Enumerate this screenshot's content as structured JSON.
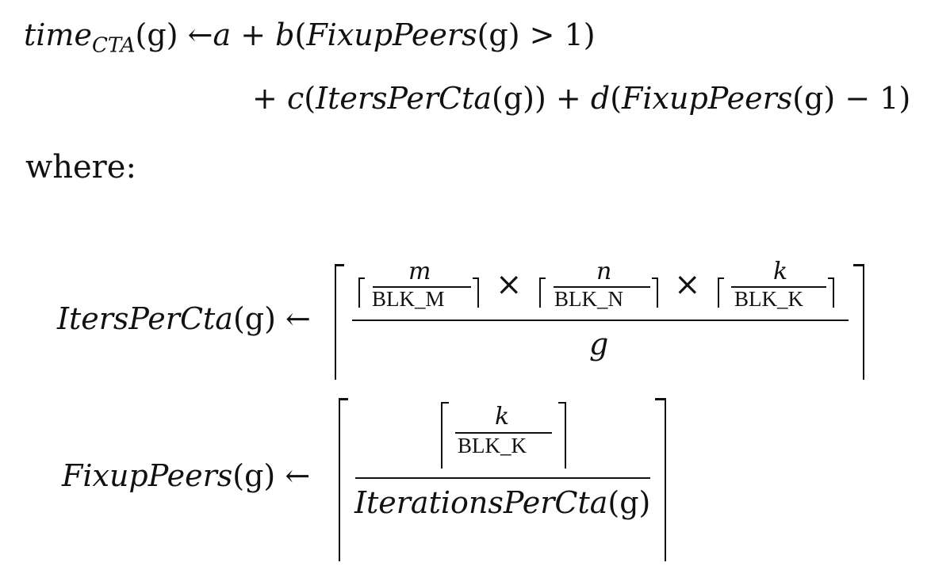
{
  "line1": {
    "time": "time",
    "cta_sub": "CTA",
    "g_paren": "(g)",
    "arrow": "←",
    "a": "a",
    "plus1": "+",
    "b": "b",
    "open1": "(",
    "fixup": "FixupPeers",
    "g2": "(g)",
    "gt": ">",
    "one": "1)"
  },
  "line2": {
    "plus_c": "+",
    "c": "c",
    "open": "(",
    "iters": "ItersPerCta",
    "g": "(g))",
    "plus_d": "+",
    "d": "d",
    "open2": "(",
    "fixup": "FixupPeers",
    "g2": "(g)",
    "minus": "−",
    "one": "1)"
  },
  "where": "where:",
  "eq1": {
    "lhs": "ItersPerCta",
    "lhs_arg": "(g)",
    "arrow": "←",
    "m": "m",
    "blk_m": "BLK_M",
    "times1": "×",
    "n": "n",
    "blk_n": "BLK_N",
    "times2": "×",
    "k": "k",
    "blk_k": "BLK_K",
    "denom": "g"
  },
  "eq2": {
    "lhs": "FixupPeers",
    "lhs_arg": "(g)",
    "arrow": "←",
    "k": "k",
    "blk_k": "BLK_K",
    "denom": "IterationsPerCta",
    "denom_arg": "(g)"
  }
}
